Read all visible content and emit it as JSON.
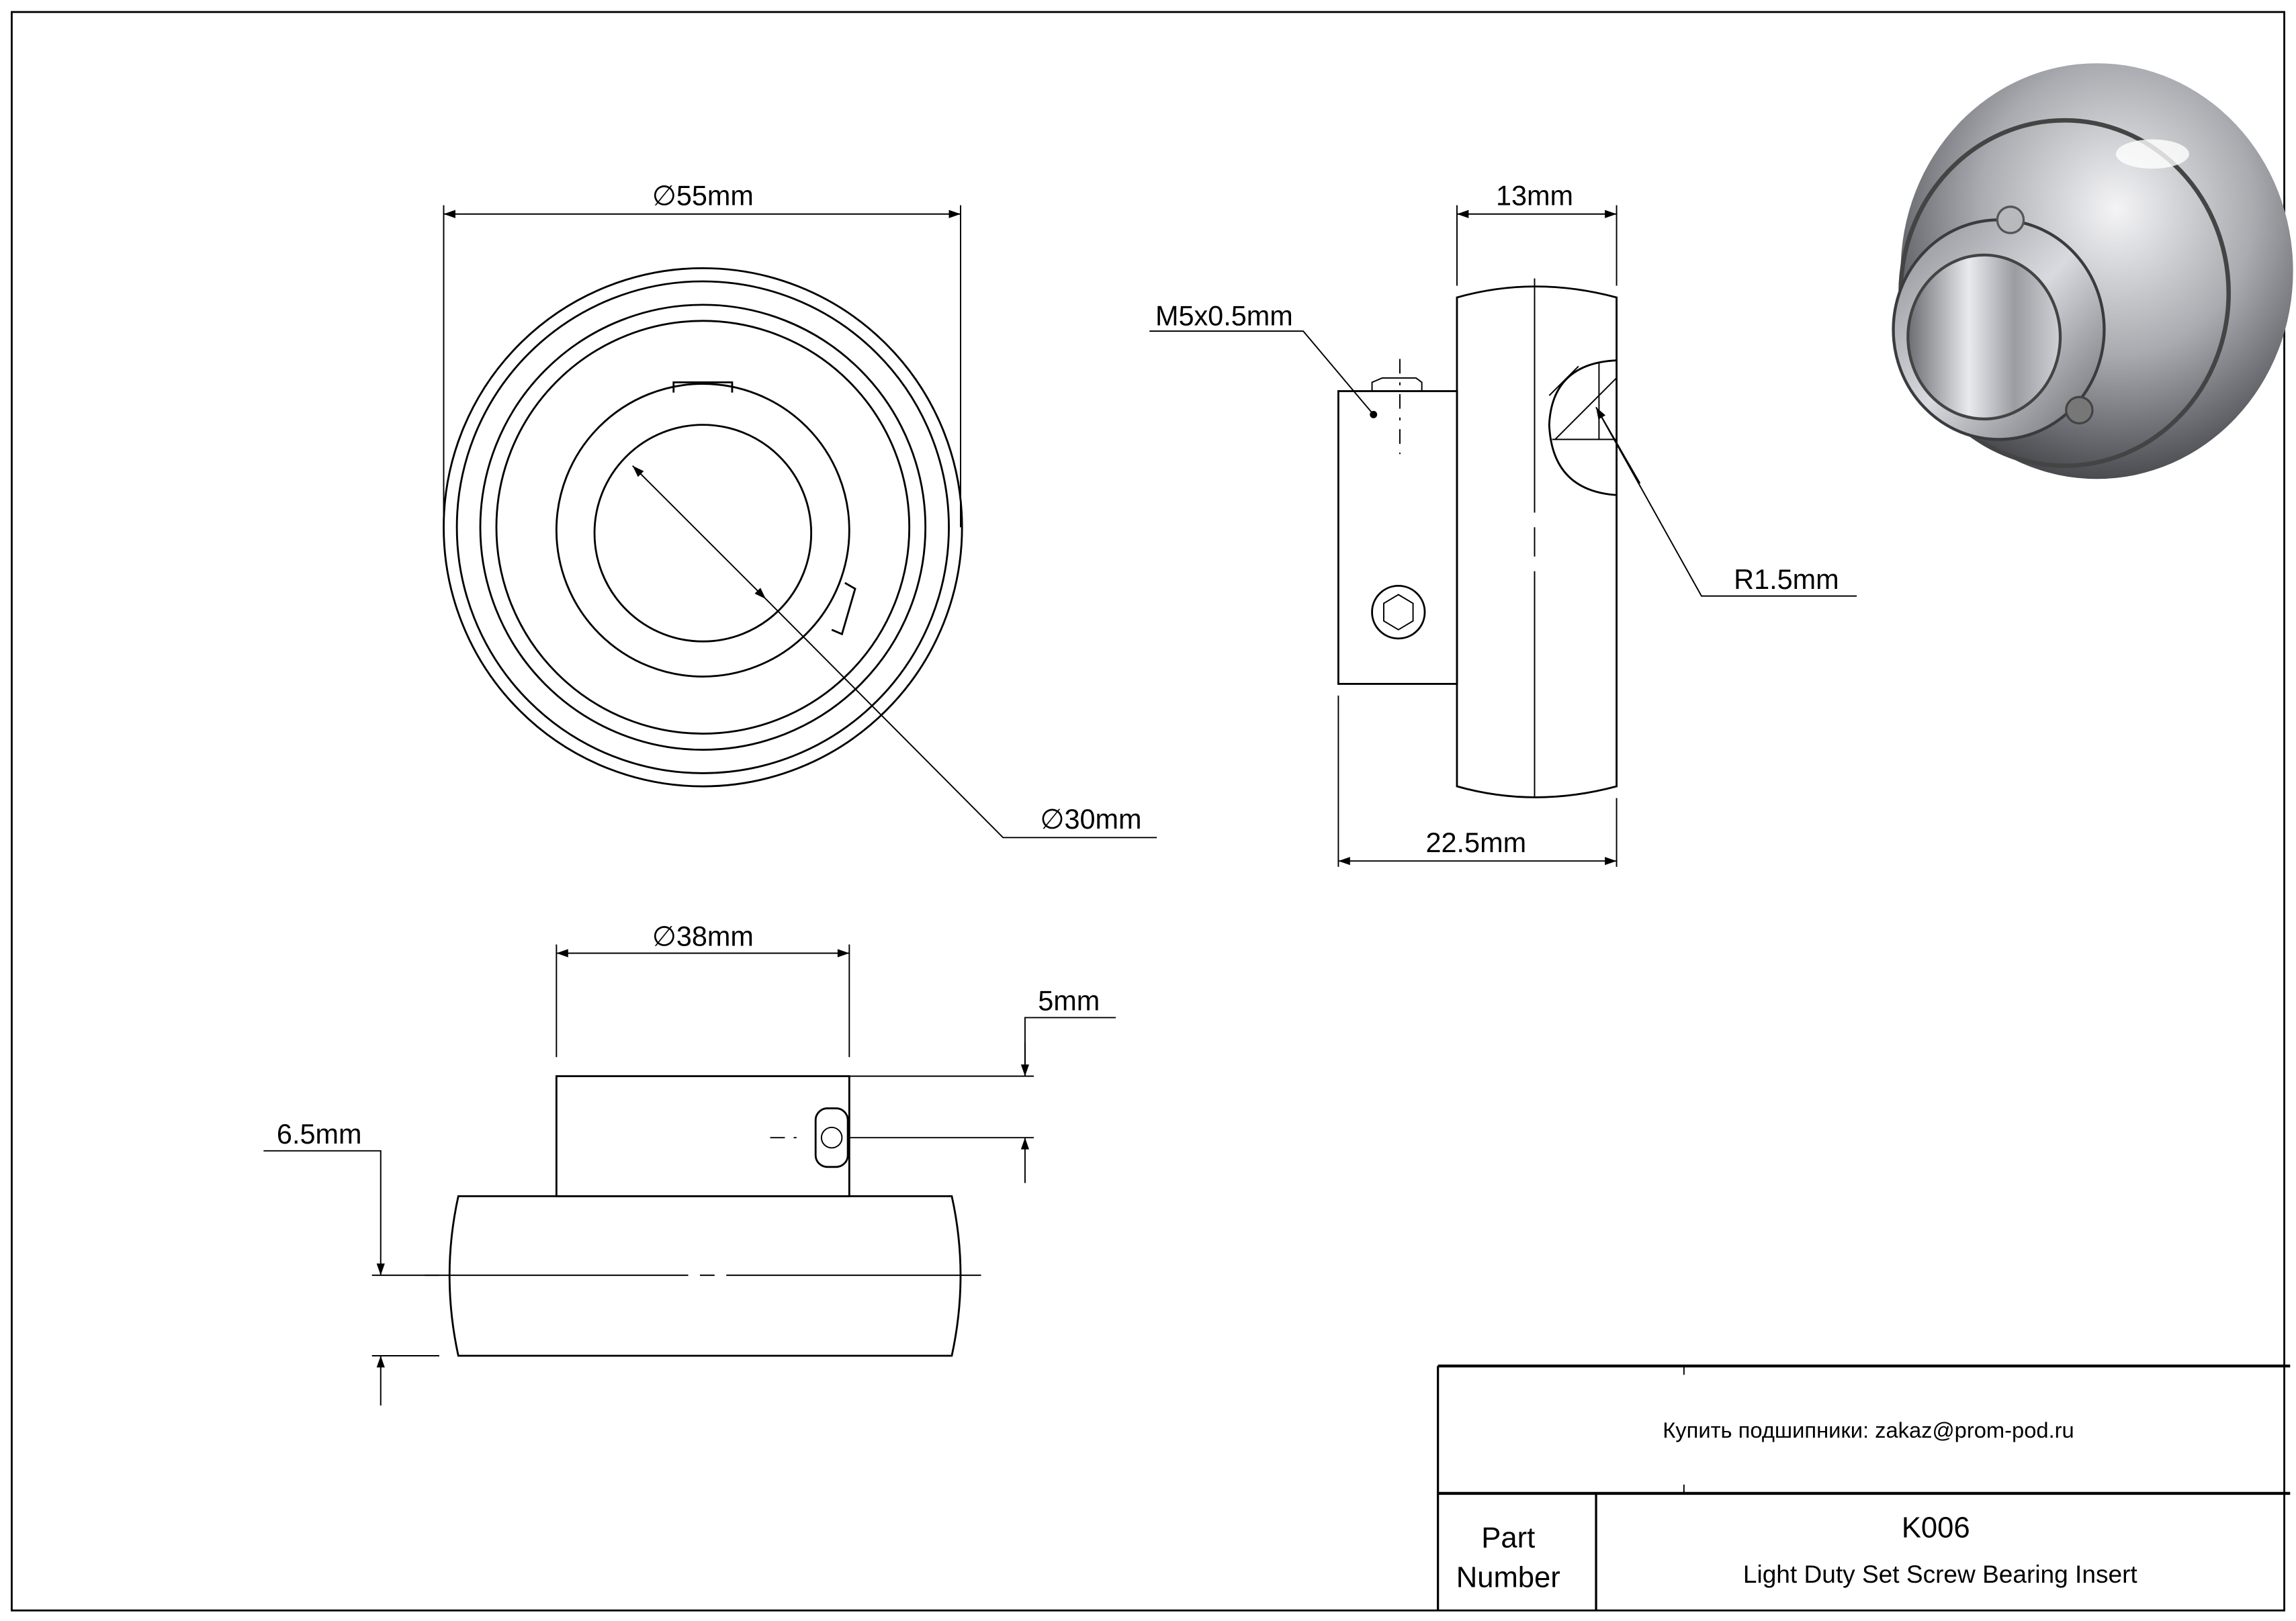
{
  "dimensions": {
    "outer_diameter": "∅55mm",
    "bore_diameter": "∅30mm",
    "collar_diameter": "∅38mm",
    "ring_width": "13mm",
    "overall_width": "22.5mm",
    "set_screw": "M5x0.5mm",
    "fillet_radius": "R1.5mm",
    "screw_offset": "5mm",
    "ring_offset": "6.5mm"
  },
  "title_block": {
    "contact": "Купить подшипники: zakaz@prom-pod.ru",
    "part_label_1": "Part",
    "part_label_2": "Number",
    "part_number": "K006",
    "description": "Light Duty Set Screw Bearing Insert"
  }
}
